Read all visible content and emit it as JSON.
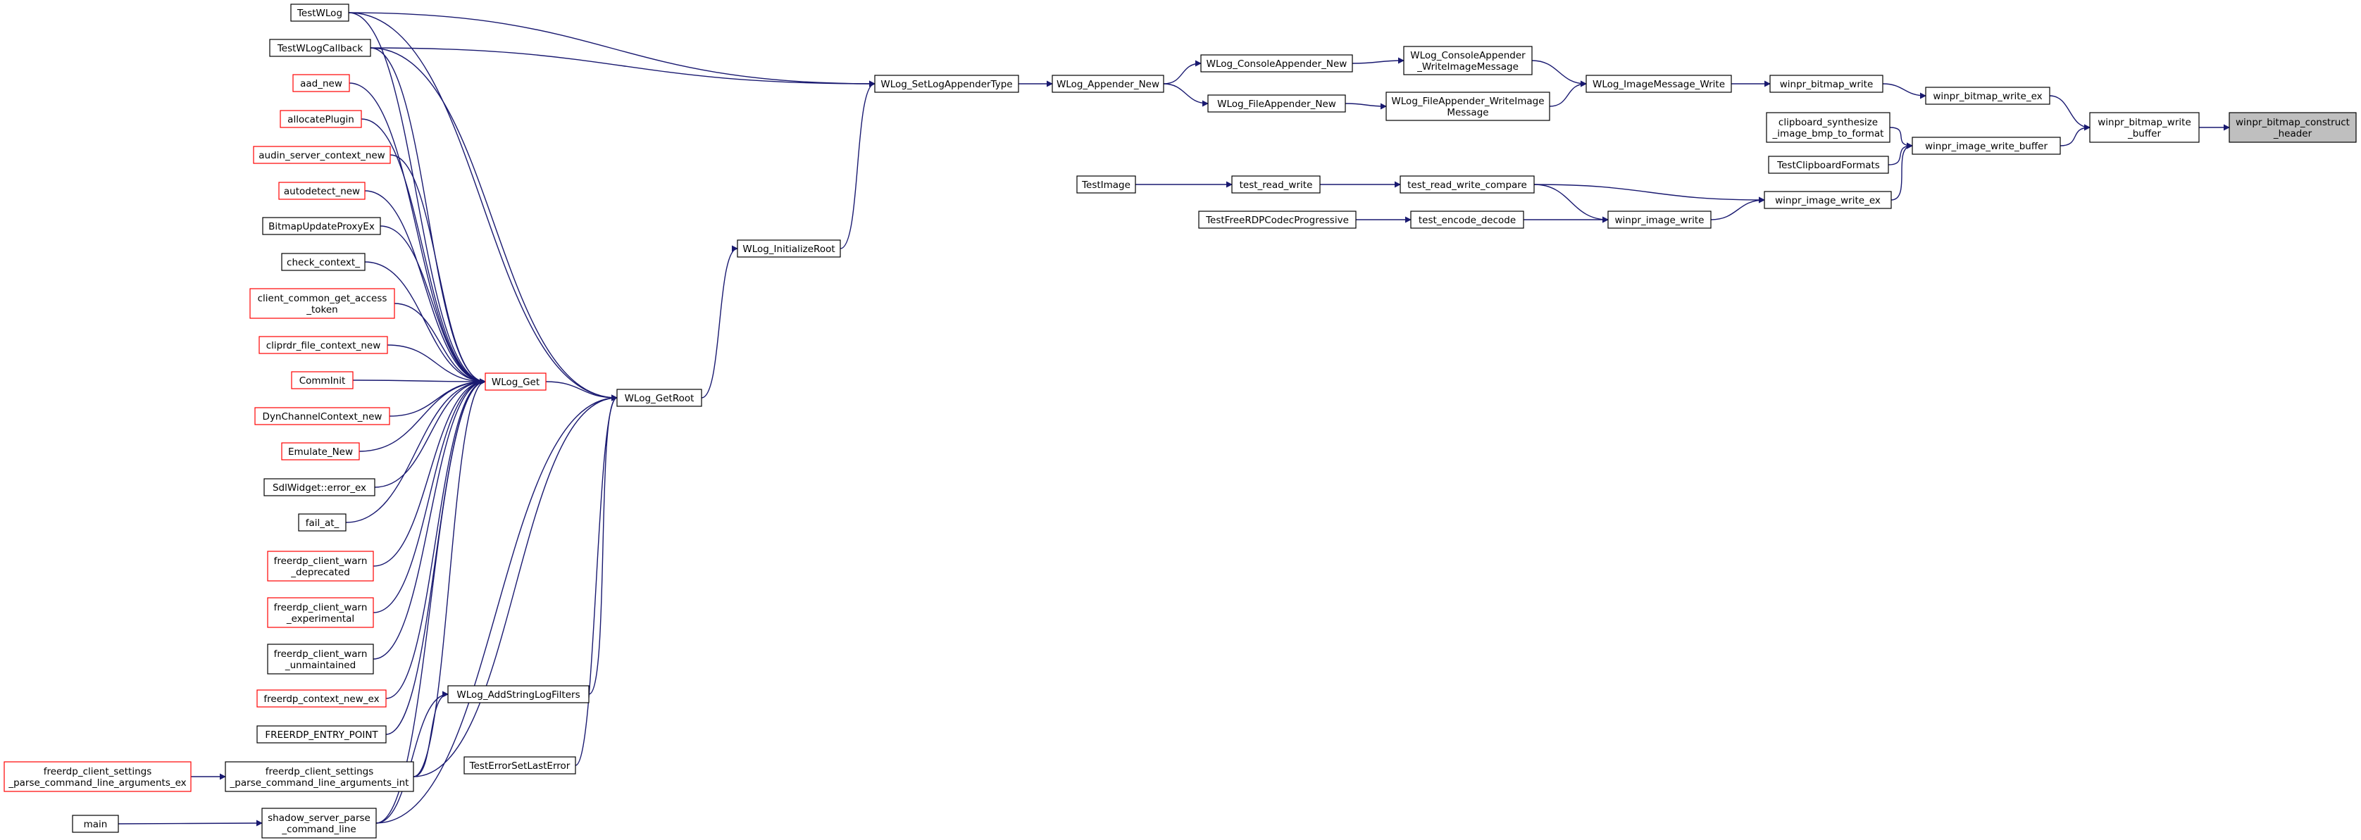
{
  "nodes": [
    {
      "id": "n_target",
      "lines": [
        "winpr_bitmap_construct",
        "_header"
      ],
      "style": "target"
    },
    {
      "id": "n_wbwb",
      "lines": [
        "winpr_bitmap_write",
        "_buffer"
      ],
      "style": "black"
    },
    {
      "id": "n_wbwex",
      "lines": [
        "winpr_bitmap_write_ex"
      ],
      "style": "black"
    },
    {
      "id": "n_wiwb",
      "lines": [
        "winpr_image_write_buffer"
      ],
      "style": "black"
    },
    {
      "id": "n_wbw",
      "lines": [
        "winpr_bitmap_write"
      ],
      "style": "black"
    },
    {
      "id": "n_cs",
      "lines": [
        "clipboard_synthesize",
        "_image_bmp_to_format"
      ],
      "style": "black"
    },
    {
      "id": "n_tcf",
      "lines": [
        "TestClipboardFormats"
      ],
      "style": "black"
    },
    {
      "id": "n_wiwex",
      "lines": [
        "winpr_image_write_ex"
      ],
      "style": "black"
    },
    {
      "id": "n_wlimw",
      "lines": [
        "WLog_ImageMessage_Write"
      ],
      "style": "black"
    },
    {
      "id": "n_trwc",
      "lines": [
        "test_read_write_compare"
      ],
      "style": "black"
    },
    {
      "id": "n_wiw",
      "lines": [
        "winpr_image_write"
      ],
      "style": "black"
    },
    {
      "id": "n_wlcawim",
      "lines": [
        "WLog_ConsoleAppender",
        "_WriteImageMessage"
      ],
      "style": "black"
    },
    {
      "id": "n_wlfawim",
      "lines": [
        "WLog_FileAppender_WriteImage",
        "Message"
      ],
      "style": "black"
    },
    {
      "id": "n_trw",
      "lines": [
        "test_read_write"
      ],
      "style": "black"
    },
    {
      "id": "n_ted",
      "lines": [
        "test_encode_decode"
      ],
      "style": "black"
    },
    {
      "id": "n_wlcan",
      "lines": [
        "WLog_ConsoleAppender_New"
      ],
      "style": "black"
    },
    {
      "id": "n_wlfan",
      "lines": [
        "WLog_FileAppender_New"
      ],
      "style": "black"
    },
    {
      "id": "n_timg",
      "lines": [
        "TestImage"
      ],
      "style": "black"
    },
    {
      "id": "n_tfrdp",
      "lines": [
        "TestFreeRDPCodecProgressive"
      ],
      "style": "black"
    },
    {
      "id": "n_wlan",
      "lines": [
        "WLog_Appender_New"
      ],
      "style": "black"
    },
    {
      "id": "n_wlslat",
      "lines": [
        "WLog_SetLogAppenderType"
      ],
      "style": "black"
    },
    {
      "id": "n_wlir",
      "lines": [
        "WLog_InitializeRoot"
      ],
      "style": "black"
    },
    {
      "id": "n_wlgr",
      "lines": [
        "WLog_GetRoot"
      ],
      "style": "black"
    },
    {
      "id": "n_wlg",
      "lines": [
        "WLog_Get"
      ],
      "style": "red"
    },
    {
      "id": "n_wlaslf",
      "lines": [
        "WLog_AddStringLogFilters"
      ],
      "style": "black"
    },
    {
      "id": "n_tesle",
      "lines": [
        "TestErrorSetLastError"
      ],
      "style": "black"
    },
    {
      "id": "n_twlog",
      "lines": [
        "TestWLog"
      ],
      "style": "black"
    },
    {
      "id": "n_twlcb",
      "lines": [
        "TestWLogCallback"
      ],
      "style": "black"
    },
    {
      "id": "n_aad",
      "lines": [
        "aad_new"
      ],
      "style": "red"
    },
    {
      "id": "n_alloc",
      "lines": [
        "allocatePlugin"
      ],
      "style": "red"
    },
    {
      "id": "n_audin",
      "lines": [
        "audin_server_context_new"
      ],
      "style": "red"
    },
    {
      "id": "n_autod",
      "lines": [
        "autodetect_new"
      ],
      "style": "red"
    },
    {
      "id": "n_bupe",
      "lines": [
        "BitmapUpdateProxyEx"
      ],
      "style": "black"
    },
    {
      "id": "n_cctx",
      "lines": [
        "check_context_"
      ],
      "style": "black"
    },
    {
      "id": "n_ccgat",
      "lines": [
        "client_common_get_access",
        "_token"
      ],
      "style": "red"
    },
    {
      "id": "n_cliprdr",
      "lines": [
        "cliprdr_file_context_new"
      ],
      "style": "red"
    },
    {
      "id": "n_comm",
      "lines": [
        "CommInit"
      ],
      "style": "red"
    },
    {
      "id": "n_dyn",
      "lines": [
        "DynChannelContext_new"
      ],
      "style": "red"
    },
    {
      "id": "n_emu",
      "lines": [
        "Emulate_New"
      ],
      "style": "red"
    },
    {
      "id": "n_sdl",
      "lines": [
        "SdlWidget::error_ex"
      ],
      "style": "black"
    },
    {
      "id": "n_fail",
      "lines": [
        "fail_at_"
      ],
      "style": "black"
    },
    {
      "id": "n_fcwd",
      "lines": [
        "freerdp_client_warn",
        "_deprecated"
      ],
      "style": "red"
    },
    {
      "id": "n_fcwe",
      "lines": [
        "freerdp_client_warn",
        "_experimental"
      ],
      "style": "red"
    },
    {
      "id": "n_fcwu",
      "lines": [
        "freerdp_client_warn",
        "_unmaintained"
      ],
      "style": "black"
    },
    {
      "id": "n_fcne",
      "lines": [
        "freerdp_context_new_ex"
      ],
      "style": "red"
    },
    {
      "id": "n_fep",
      "lines": [
        "FREERDP_ENTRY_POINT"
      ],
      "style": "black"
    },
    {
      "id": "n_fcspi",
      "lines": [
        "freerdp_client_settings",
        "_parse_command_line_arguments_int"
      ],
      "style": "black"
    },
    {
      "id": "n_fcspe",
      "lines": [
        "freerdp_client_settings",
        "_parse_command_line_arguments_ex"
      ],
      "style": "red"
    },
    {
      "id": "n_sspcl",
      "lines": [
        "shadow_server_parse",
        "_command_line"
      ],
      "style": "black"
    },
    {
      "id": "n_main",
      "lines": [
        "main"
      ],
      "style": "black"
    }
  ],
  "edges": [
    [
      "n_wbwb",
      "n_target"
    ],
    [
      "n_wbwex",
      "n_wbwb"
    ],
    [
      "n_wiwb",
      "n_wbwb"
    ],
    [
      "n_wbw",
      "n_wbwex"
    ],
    [
      "n_cs",
      "n_wiwb"
    ],
    [
      "n_tcf",
      "n_wiwb"
    ],
    [
      "n_wiwex",
      "n_wiwb"
    ],
    [
      "n_wlimw",
      "n_wbw"
    ],
    [
      "n_trwc",
      "n_wiwex"
    ],
    [
      "n_wiw",
      "n_wiwex"
    ],
    [
      "n_trwc",
      "n_wiw"
    ],
    [
      "n_ted",
      "n_wiw"
    ],
    [
      "n_wlcawim",
      "n_wlimw"
    ],
    [
      "n_wlfawim",
      "n_wlimw"
    ],
    [
      "n_trw",
      "n_trwc"
    ],
    [
      "n_timg",
      "n_trw"
    ],
    [
      "n_tfrdp",
      "n_ted"
    ],
    [
      "n_wlcan",
      "n_wlcawim"
    ],
    [
      "n_wlfan",
      "n_wlfawim"
    ],
    [
      "n_wlan",
      "n_wlcan"
    ],
    [
      "n_wlan",
      "n_wlfan"
    ],
    [
      "n_wlslat",
      "n_wlan"
    ],
    [
      "n_twlog",
      "n_wlslat"
    ],
    [
      "n_twlcb",
      "n_wlslat"
    ],
    [
      "n_wlir",
      "n_wlslat"
    ],
    [
      "n_wlgr",
      "n_wlir"
    ],
    [
      "n_wlg",
      "n_wlgr"
    ],
    [
      "n_twlog",
      "n_wlgr"
    ],
    [
      "n_twlcb",
      "n_wlgr"
    ],
    [
      "n_wlaslf",
      "n_wlgr"
    ],
    [
      "n_tesle",
      "n_wlgr"
    ],
    [
      "n_fcspi",
      "n_wlgr"
    ],
    [
      "n_sspcl",
      "n_wlgr"
    ],
    [
      "n_twlog",
      "n_wlg"
    ],
    [
      "n_twlcb",
      "n_wlg"
    ],
    [
      "n_aad",
      "n_wlg"
    ],
    [
      "n_alloc",
      "n_wlg"
    ],
    [
      "n_audin",
      "n_wlg"
    ],
    [
      "n_autod",
      "n_wlg"
    ],
    [
      "n_bupe",
      "n_wlg"
    ],
    [
      "n_cctx",
      "n_wlg"
    ],
    [
      "n_ccgat",
      "n_wlg"
    ],
    [
      "n_cliprdr",
      "n_wlg"
    ],
    [
      "n_comm",
      "n_wlg"
    ],
    [
      "n_dyn",
      "n_wlg"
    ],
    [
      "n_emu",
      "n_wlg"
    ],
    [
      "n_sdl",
      "n_wlg"
    ],
    [
      "n_fail",
      "n_wlg"
    ],
    [
      "n_fcwd",
      "n_wlg"
    ],
    [
      "n_fcwe",
      "n_wlg"
    ],
    [
      "n_fcwu",
      "n_wlg"
    ],
    [
      "n_fcne",
      "n_wlg"
    ],
    [
      "n_fep",
      "n_wlg"
    ],
    [
      "n_fcspi",
      "n_wlg"
    ],
    [
      "n_sspcl",
      "n_wlg"
    ],
    [
      "n_fcspi",
      "n_wlaslf"
    ],
    [
      "n_sspcl",
      "n_wlaslf"
    ],
    [
      "n_fcspe",
      "n_fcspi"
    ],
    [
      "n_main",
      "n_sspcl"
    ]
  ],
  "colors": {
    "edge": "#191970",
    "node_border_black": "#000000",
    "node_border_red": "#ff0000",
    "target_fill": "#bfbfbf",
    "node_fill": "#ffffff"
  }
}
